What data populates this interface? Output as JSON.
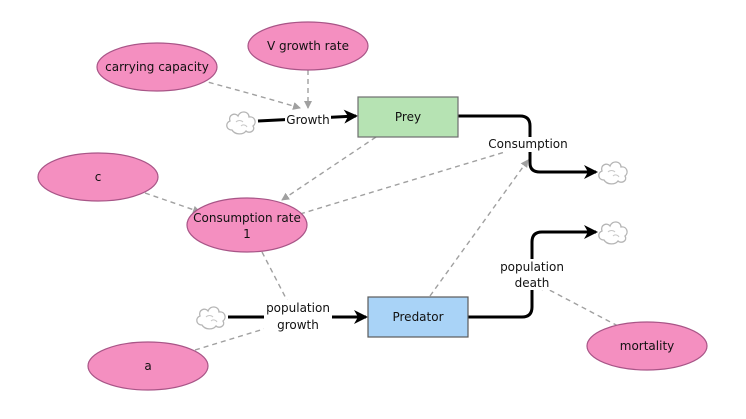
{
  "nodes": {
    "carrying_capacity": "carrying capacity",
    "v_growth_rate": "V growth rate",
    "c": "c",
    "consumption_rate_line1": "Consumption rate",
    "consumption_rate_line2": "1",
    "a": "a",
    "mortality": "mortality"
  },
  "stocks": {
    "prey": "Prey",
    "predator": "Predator"
  },
  "flows": {
    "growth": "Growth",
    "consumption": "Consumption",
    "population_growth_line1": "population",
    "population_growth_line2": "growth",
    "population_death_line1": "population",
    "population_death_line2": "death"
  },
  "colors": {
    "variable_fill": "#f48fc0",
    "prey_fill": "#b6e3b3",
    "predator_fill": "#a9d3f7",
    "link_color": "#a0a0a0",
    "flow_color": "#000000"
  }
}
